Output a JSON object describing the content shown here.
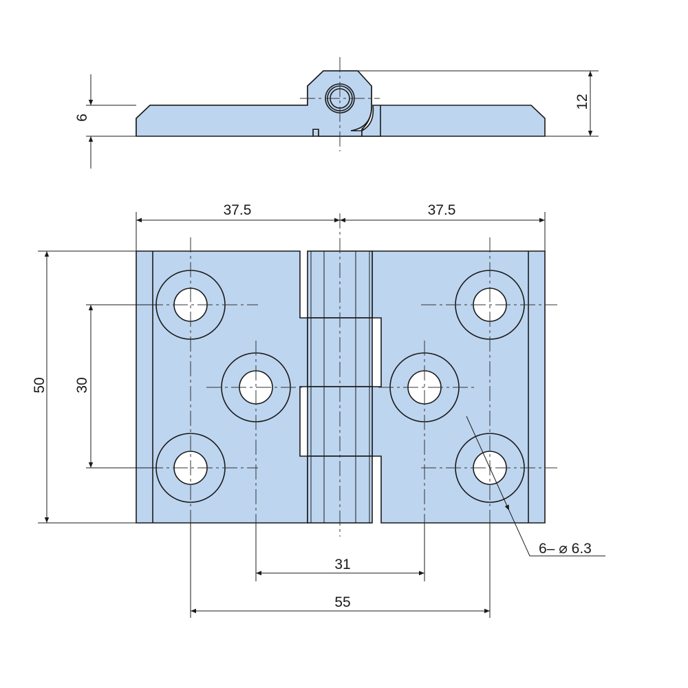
{
  "dimensions": {
    "side_thickness": "6",
    "side_height": "12",
    "left_half_width": "37.5",
    "right_half_width": "37.5",
    "height": "50",
    "hole_vertical_spacing": "30",
    "inner_hole_spacing": "31",
    "outer_hole_spacing": "55",
    "hole_callout": "6– ⌀ 6.3"
  },
  "colors": {
    "part_fill": "#bdd5ef",
    "line": "#1a1a1a"
  }
}
